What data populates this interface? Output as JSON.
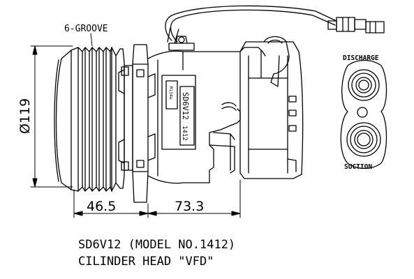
{
  "labels": {
    "groove": "6-GROOVE",
    "discharge": "DISCHARGE",
    "suction": "SUCTION",
    "diameter": "Ø119",
    "dim_left": "46.5",
    "dim_right": "73.3",
    "plate_model": "SD6V12",
    "plate_number": "1412",
    "plate_ref": "R134a"
  },
  "caption": {
    "line1": "SD6V12 (MODEL NO.1412)",
    "line2": "CILINDER HEAD \"VFD\""
  },
  "colors": {
    "line": "#000000",
    "background": "#ffffff"
  }
}
